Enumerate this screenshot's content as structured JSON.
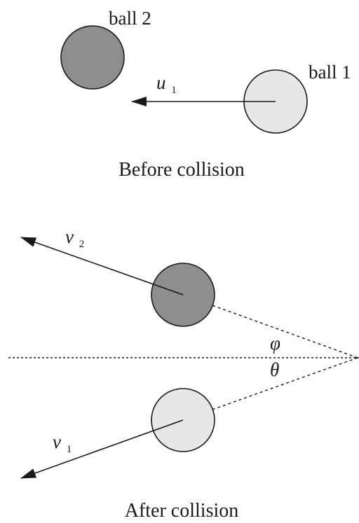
{
  "before": {
    "ball2_label": "ball 2",
    "ball1_label": "ball 1",
    "velocity": {
      "symbol": "u",
      "subscript": "1"
    },
    "caption": "Before collision"
  },
  "after": {
    "ball2_velocity": {
      "symbol": "v",
      "subscript": "2"
    },
    "ball1_velocity": {
      "symbol": "v",
      "subscript": "1"
    },
    "angle_upper": "φ",
    "angle_lower": "θ",
    "caption": "After collision"
  },
  "colors": {
    "ball_dark": "#8e8e8e",
    "ball_light": "#e6e7e9",
    "stroke": "#1a1a1a"
  }
}
